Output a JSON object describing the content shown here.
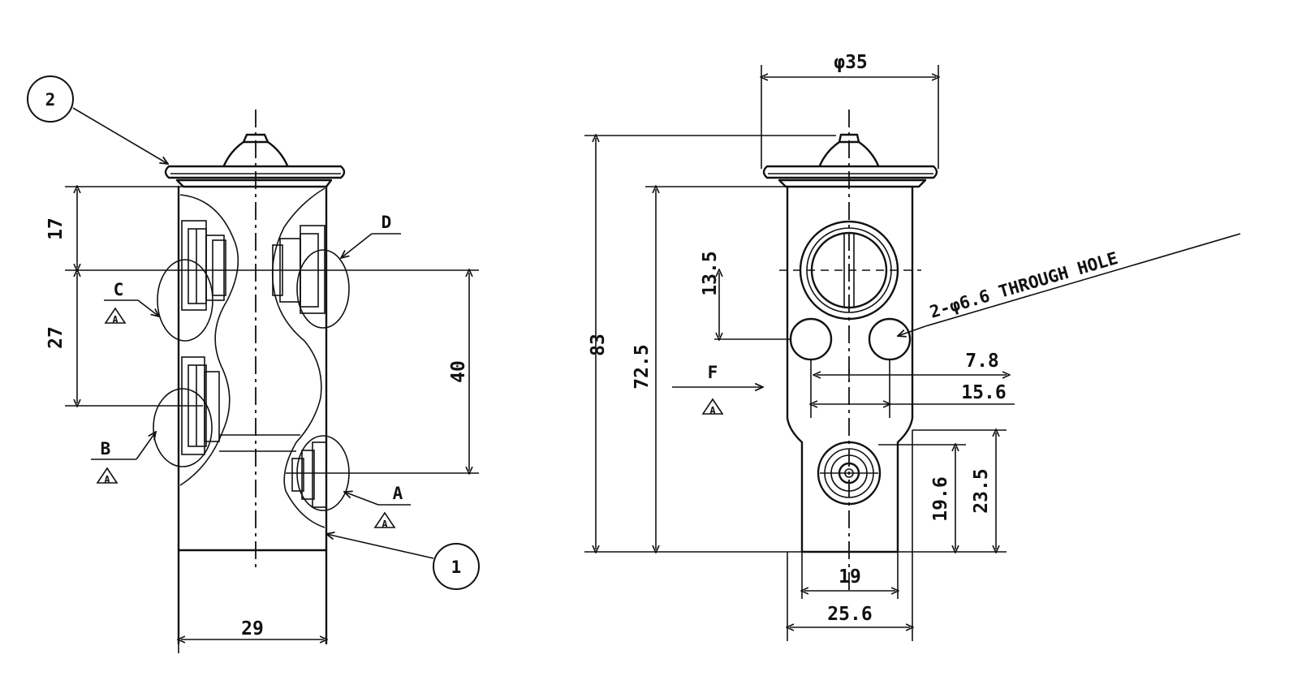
{
  "left_view": {
    "balloon_top": "2",
    "balloon_bottom": "1",
    "dim_width": "29",
    "dim_upper": "17",
    "dim_spacing": "27",
    "dim_ports": "40",
    "port_labels": {
      "a": "A",
      "b": "B",
      "c": "C",
      "d": "D"
    }
  },
  "right_view": {
    "dim_diameter": "φ35",
    "dim_total_height": "83",
    "dim_body_height": "72.5",
    "dim_hole_offset": "13.5",
    "hole_note": "2-φ6.6 THROUGH HOLE",
    "dim_hole_half": "7.8",
    "dim_hole_pitch": "15.6",
    "dim_outlet_height": "19.6",
    "dim_step_height": "23.5",
    "dim_neck_width": "19",
    "dim_body_width": "25.6",
    "flow_label": "F"
  },
  "symbols": {
    "revision_mark": "A"
  }
}
